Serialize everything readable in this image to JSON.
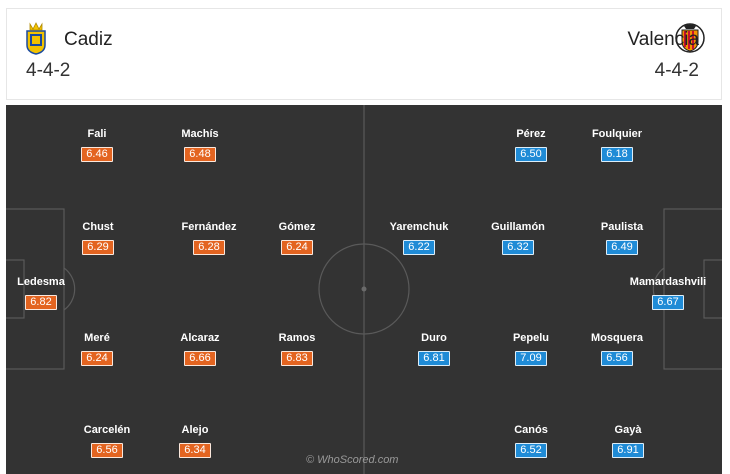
{
  "home": {
    "name": "Cadiz",
    "formation": "4-4-2",
    "badge_icon": "cadiz-crest-icon",
    "rating_color": "#e36420",
    "players": [
      {
        "name": "Fali",
        "rating": "6.46"
      },
      {
        "name": "Machís",
        "rating": "6.48"
      },
      {
        "name": "Chust",
        "rating": "6.29"
      },
      {
        "name": "Fernández",
        "rating": "6.28"
      },
      {
        "name": "Gómez",
        "rating": "6.24"
      },
      {
        "name": "Ledesma",
        "rating": "6.82"
      },
      {
        "name": "Meré",
        "rating": "6.24"
      },
      {
        "name": "Alcaraz",
        "rating": "6.66"
      },
      {
        "name": "Ramos",
        "rating": "6.83"
      },
      {
        "name": "Carcelén",
        "rating": "6.56"
      },
      {
        "name": "Alejo",
        "rating": "6.34"
      }
    ]
  },
  "away": {
    "name": "Valencia",
    "formation": "4-4-2",
    "badge_icon": "valencia-crest-icon",
    "rating_color": "#1f8bd6",
    "players": [
      {
        "name": "Pérez",
        "rating": "6.50"
      },
      {
        "name": "Foulquier",
        "rating": "6.18"
      },
      {
        "name": "Yaremchuk",
        "rating": "6.22"
      },
      {
        "name": "Guillamón",
        "rating": "6.32"
      },
      {
        "name": "Paulista",
        "rating": "6.49"
      },
      {
        "name": "Mamardashvili",
        "rating": "6.67"
      },
      {
        "name": "Duro",
        "rating": "6.81"
      },
      {
        "name": "Pepelu",
        "rating": "7.09"
      },
      {
        "name": "Mosquera",
        "rating": "6.56"
      },
      {
        "name": "Canós",
        "rating": "6.52"
      },
      {
        "name": "Gayà",
        "rating": "6.91"
      }
    ]
  },
  "pitch": {
    "background": "#333333",
    "line_color": "#5a5a5a"
  },
  "credit": "© WhoScored.com"
}
